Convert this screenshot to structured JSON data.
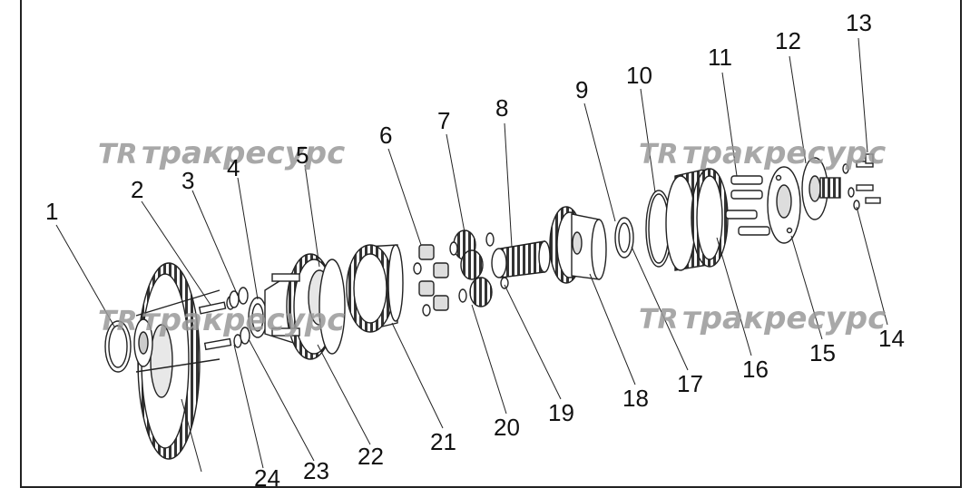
{
  "watermark": {
    "logo_text": "TR",
    "text": "тракресурс"
  },
  "callouts": [
    "1",
    "2",
    "3",
    "4",
    "5",
    "6",
    "7",
    "8",
    "9",
    "10",
    "11",
    "12",
    "13",
    "14",
    "15",
    "16",
    "17",
    "18",
    "19",
    "20",
    "21",
    "22",
    "23",
    "24"
  ]
}
